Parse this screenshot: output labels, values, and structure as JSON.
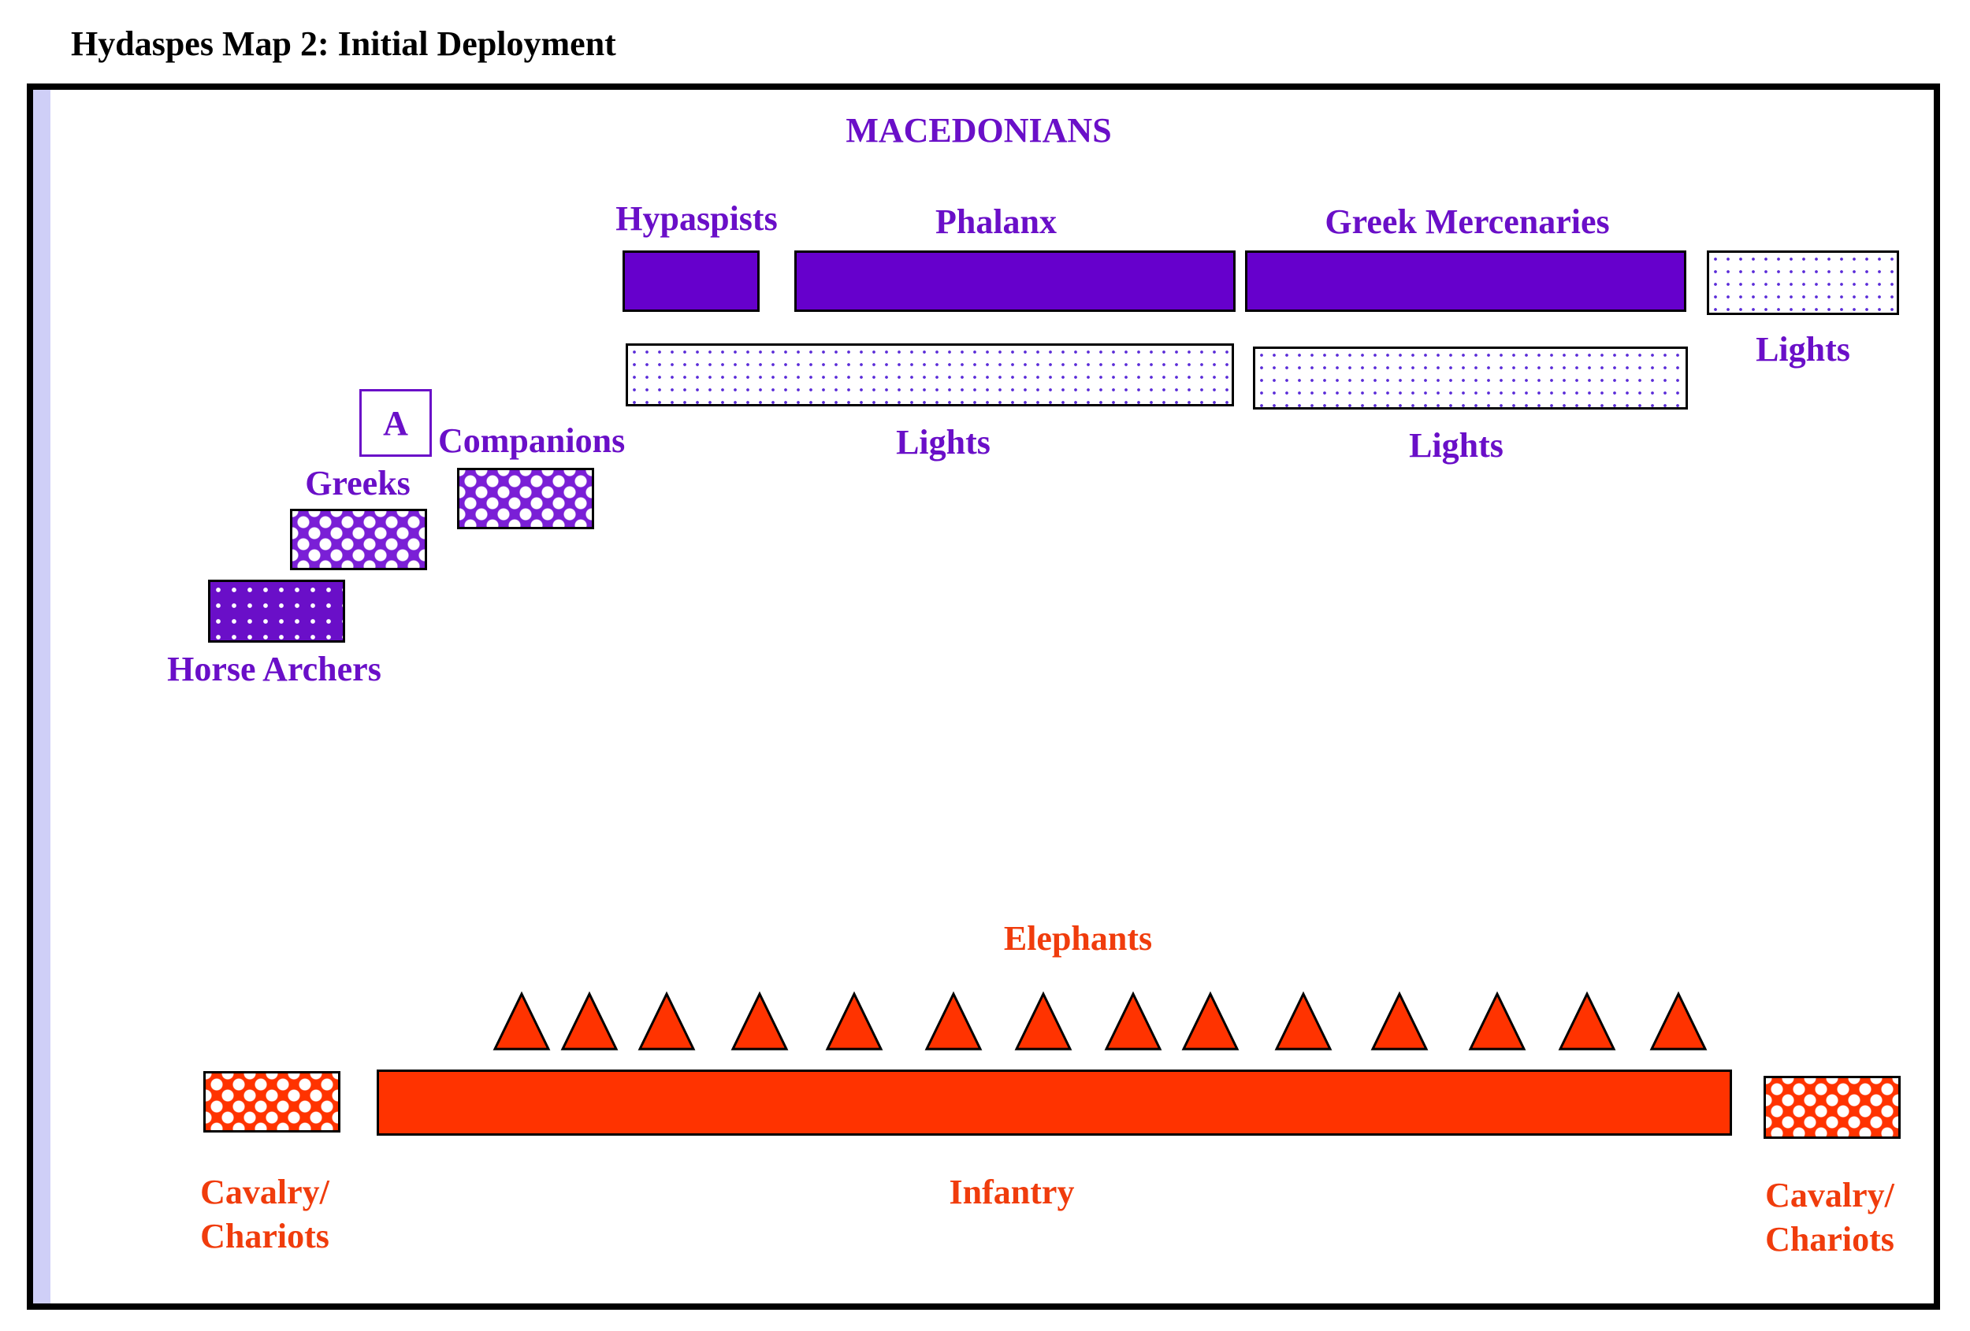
{
  "title": "Hydaspes Map 2:  Initial Deployment",
  "colors": {
    "macedonian": "#6a0fc8",
    "indian": "#f03c0c",
    "frame": "#000000",
    "strip": "#cfcff7"
  },
  "macedonians": {
    "heading": "MACEDONIANS",
    "hypaspists": "Hypaspists",
    "phalanx": "Phalanx",
    "greek_mercenaries": "Greek Mercenaries",
    "lights_right": "Lights",
    "lights_center_left": "Lights",
    "lights_center_right": "Lights",
    "companions": "Companions",
    "greeks": "Greeks",
    "horse_archers": "Horse Archers",
    "commander_marker": "A"
  },
  "indians": {
    "elephants": "Elephants",
    "elephant_count": 14,
    "infantry": "Infantry",
    "cavalry_left_line1": "Cavalry/",
    "cavalry_left_line2": "Chariots",
    "cavalry_right_line1": "Cavalry/",
    "cavalry_right_line2": "Chariots"
  },
  "icons": {
    "elephant": "triangle-icon"
  }
}
